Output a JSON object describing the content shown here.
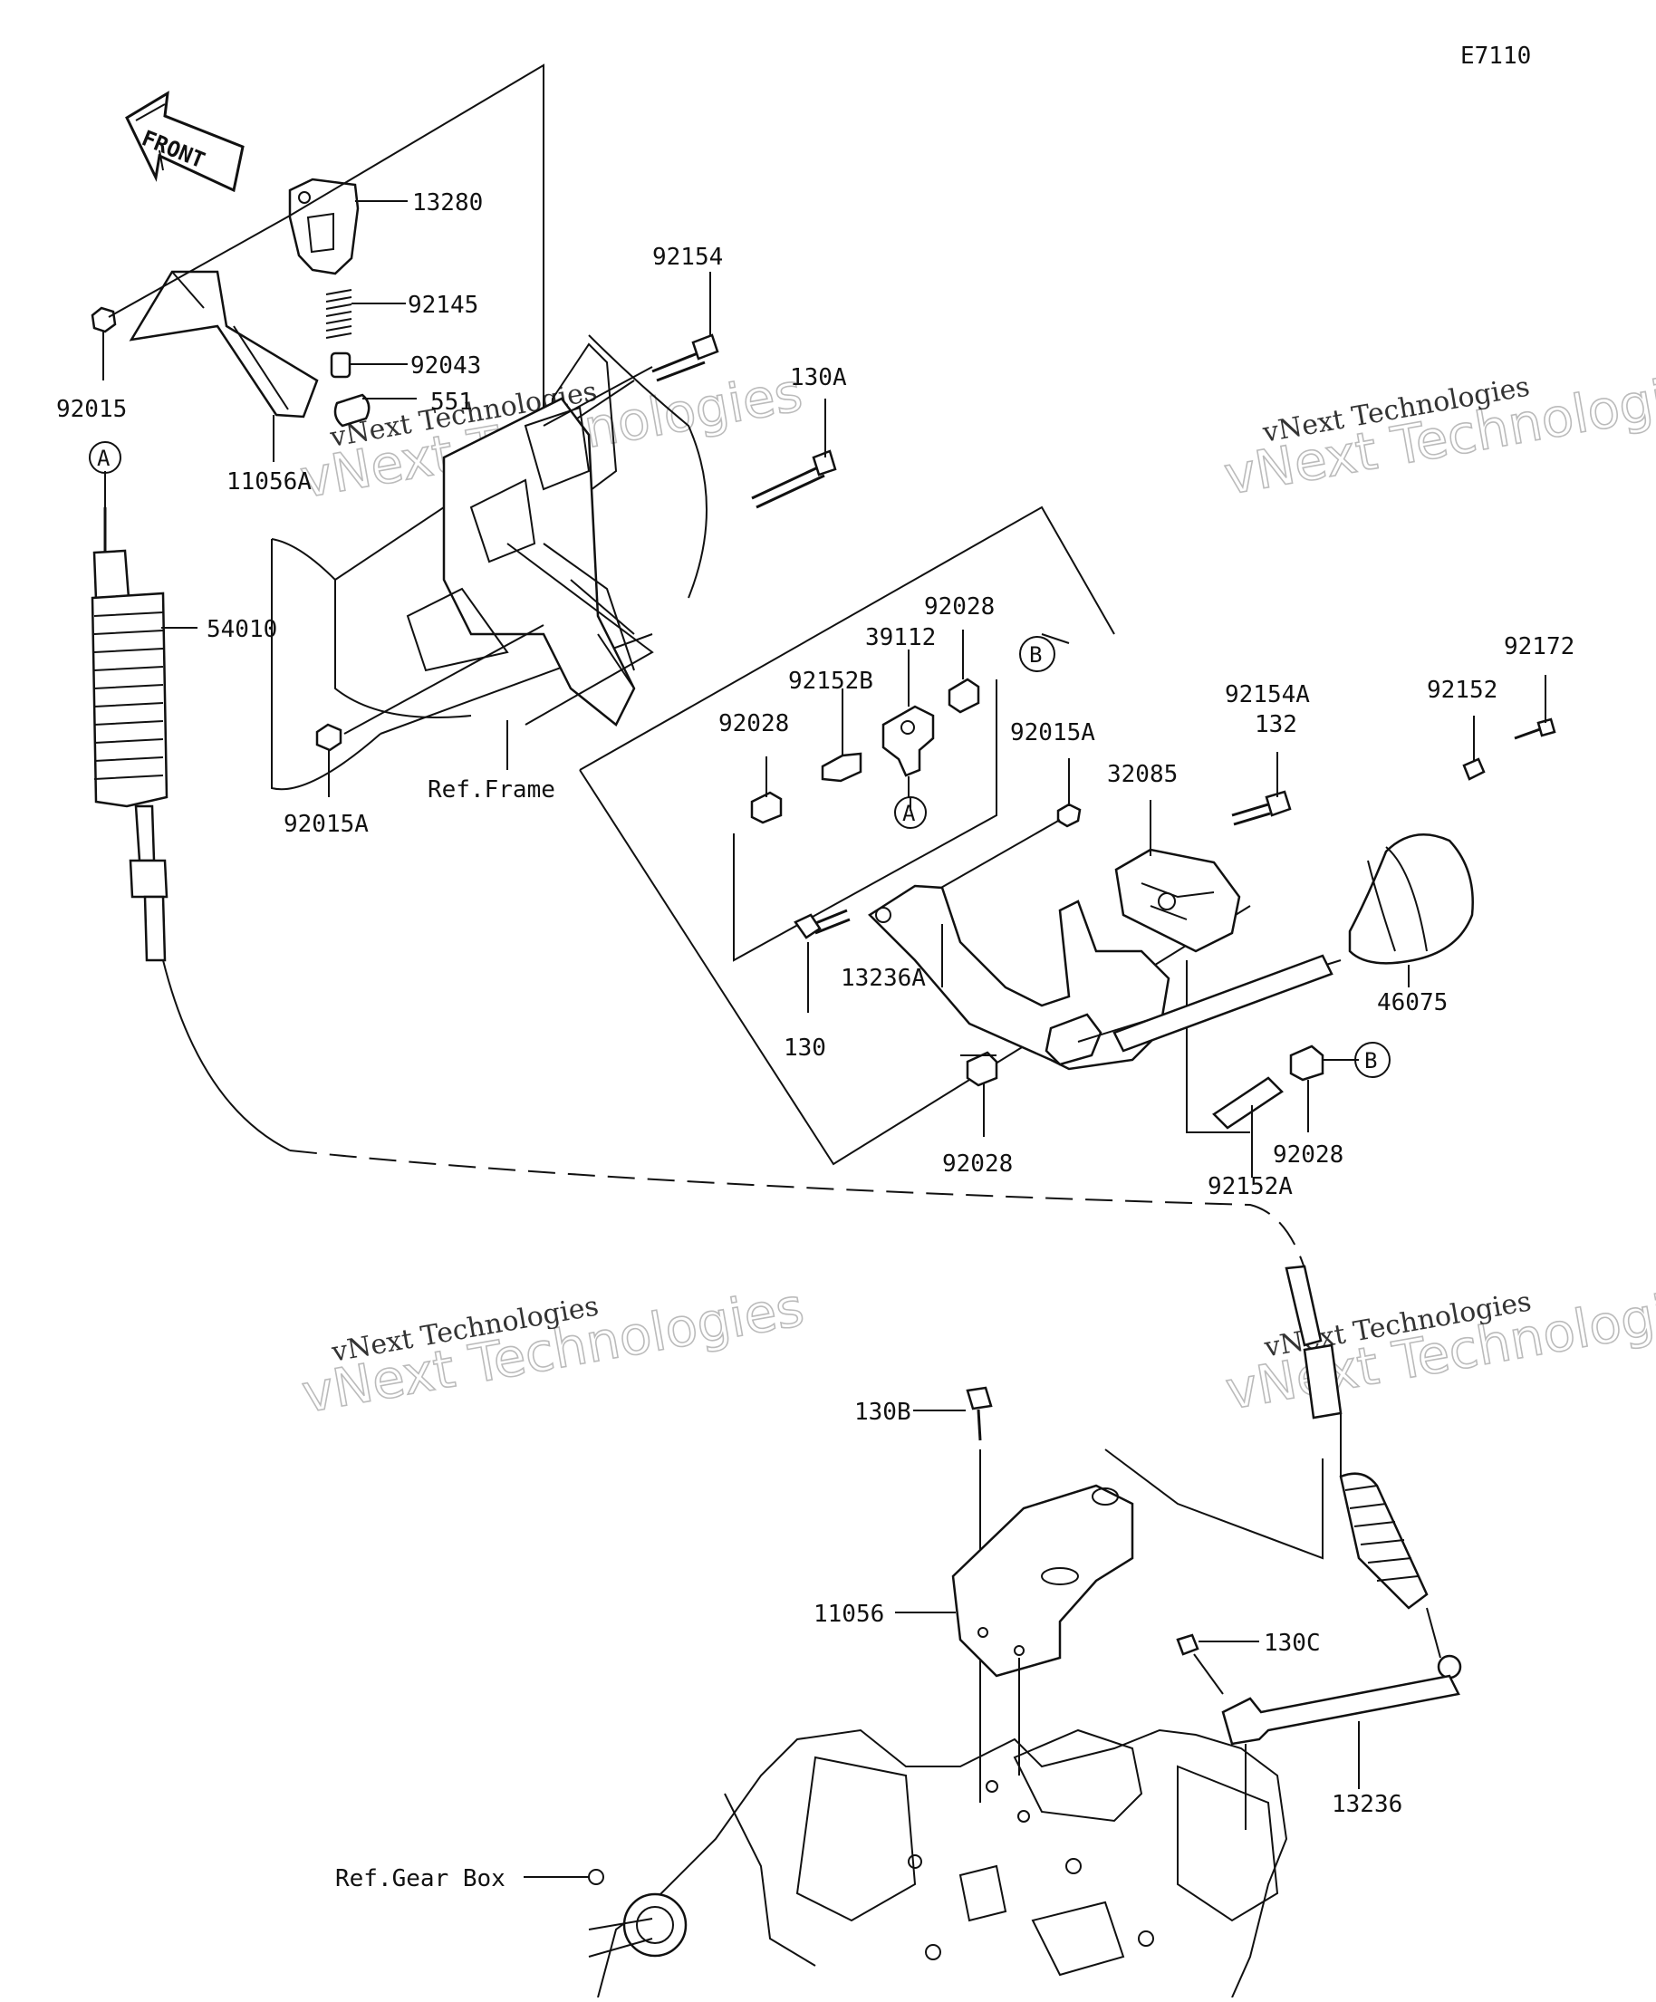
{
  "diagram_code": "E7110",
  "front_arrow_label": "FRONT",
  "part_labels": [
    "13280",
    "92145",
    "92043",
    "551",
    "92015",
    "11056A",
    "54010",
    "92154",
    "130A",
    "92015A",
    "Ref.Frame",
    "92028",
    "39112",
    "92152B",
    "92028",
    "92015A",
    "32085",
    "92154A",
    "132",
    "92152",
    "92172",
    "130",
    "13236A",
    "46075",
    "92028",
    "92028",
    "92152A",
    "130B",
    "11056",
    "130C",
    "13236",
    "Ref.Gear Box"
  ],
  "callouts": {
    "a": "A",
    "b": "B"
  },
  "watermark": {
    "line1": "vNext Technologies",
    "line2": "vNext Technologies"
  },
  "colors": {
    "ink": "#111111",
    "background": "#ffffff",
    "watermark": "#bbbbbb"
  }
}
